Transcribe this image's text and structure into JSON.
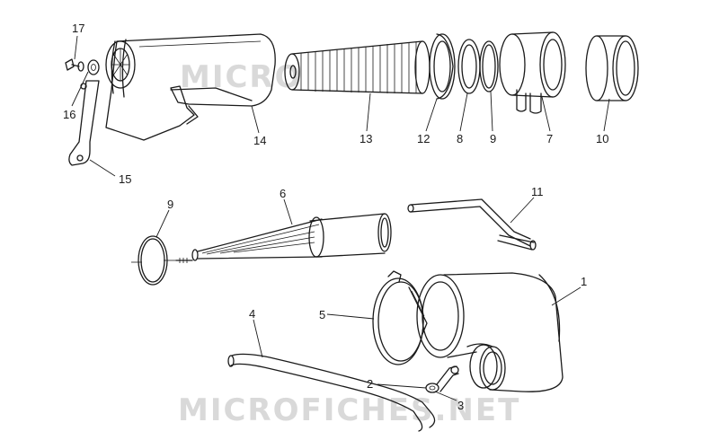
{
  "watermark": {
    "top": "MICRO",
    "bottom": "MICROFICHES.NET"
  },
  "callouts": [
    {
      "id": "c17",
      "text": "17"
    },
    {
      "id": "c16",
      "text": "16"
    },
    {
      "id": "c15",
      "text": "15"
    },
    {
      "id": "c14",
      "text": "14"
    },
    {
      "id": "c13",
      "text": "13"
    },
    {
      "id": "c12",
      "text": "12"
    },
    {
      "id": "c8",
      "text": "8"
    },
    {
      "id": "c9a",
      "text": "9"
    },
    {
      "id": "c7",
      "text": "7"
    },
    {
      "id": "c10",
      "text": "10"
    },
    {
      "id": "c9b",
      "text": "9"
    },
    {
      "id": "c6",
      "text": "6"
    },
    {
      "id": "c11",
      "text": "11"
    },
    {
      "id": "c1",
      "text": "1"
    },
    {
      "id": "c5",
      "text": "5"
    },
    {
      "id": "c4",
      "text": "4"
    },
    {
      "id": "c2",
      "text": "2"
    },
    {
      "id": "c3",
      "text": "3"
    }
  ]
}
